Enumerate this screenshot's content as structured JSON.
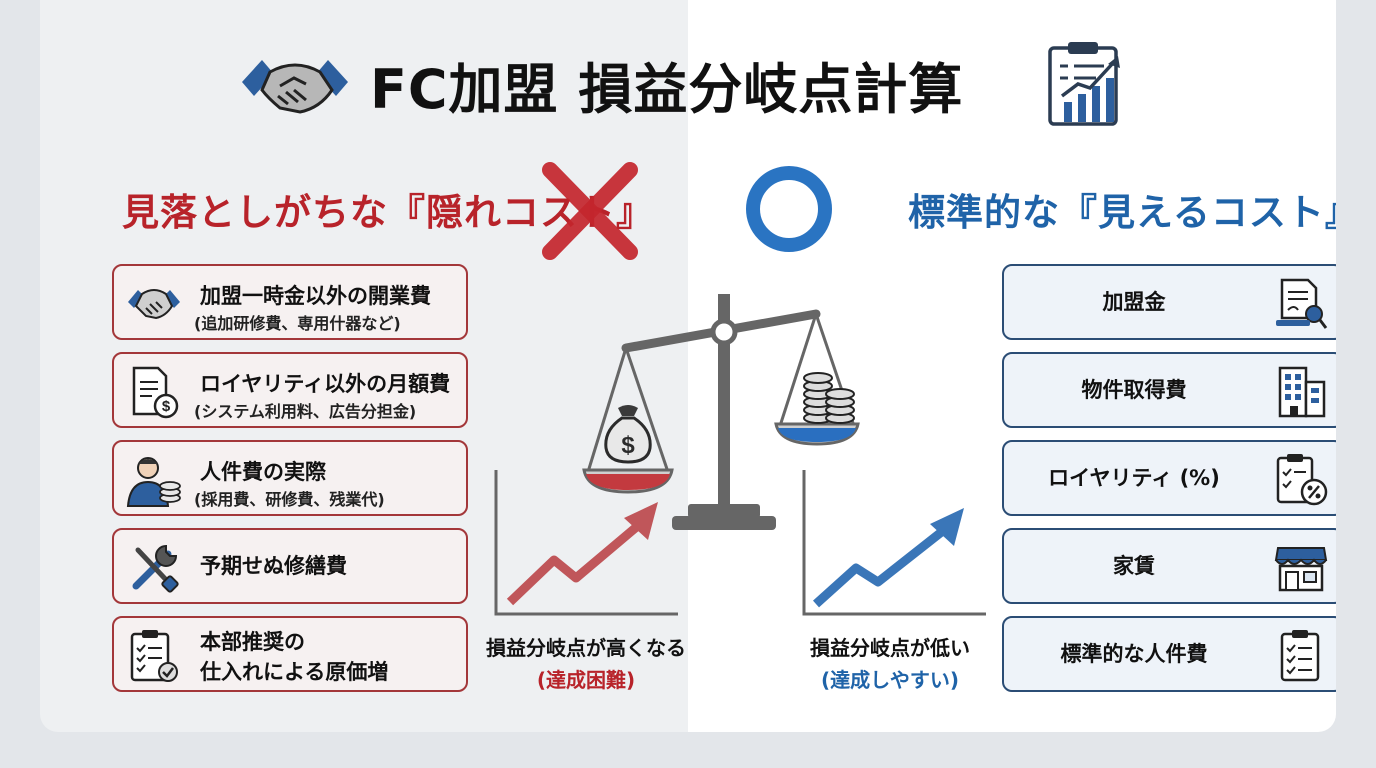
{
  "title": "FC加盟 損益分岐点計算",
  "left": {
    "heading": "見落としがちな『隠れコスト』",
    "items": [
      {
        "line1": "加盟一時金以外の開業費",
        "line2": "(追加研修費、専用什器など)"
      },
      {
        "line1": "ロイヤリティ以外の月額費",
        "line2": "(システム利用料、広告分担金)"
      },
      {
        "line1": "人件費の実際",
        "line2": "(採用費、研修費、残業代)"
      },
      {
        "line1": "予期せぬ修繕費"
      },
      {
        "line1": "本部推奨の",
        "line2": "仕入れによる原価増"
      }
    ],
    "caption_main": "損益分岐点が高くなる",
    "caption_sub": "(達成困難)"
  },
  "right": {
    "heading": "標準的な『見えるコスト』",
    "items": [
      "加盟金",
      "物件取得費",
      "ロイヤリティ (%)",
      "家賃",
      "標準的な人件費"
    ],
    "caption_main": "損益分岐点が低い",
    "caption_sub": "(達成しやすい)"
  },
  "colors": {
    "red": "#b8232a",
    "blue": "#1f63a8",
    "navy": "#2b4d75"
  },
  "icons": [
    "handshake-icon",
    "clipboard-chart-icon",
    "cross-mark-icon",
    "circle-mark-icon",
    "balance-scale-icon",
    "money-bag-icon",
    "coin-stack-icon",
    "document-dollar-icon",
    "worker-icon",
    "tools-icon",
    "checklist-icon",
    "contract-icon",
    "building-icon",
    "percent-clipboard-icon",
    "shop-icon"
  ]
}
